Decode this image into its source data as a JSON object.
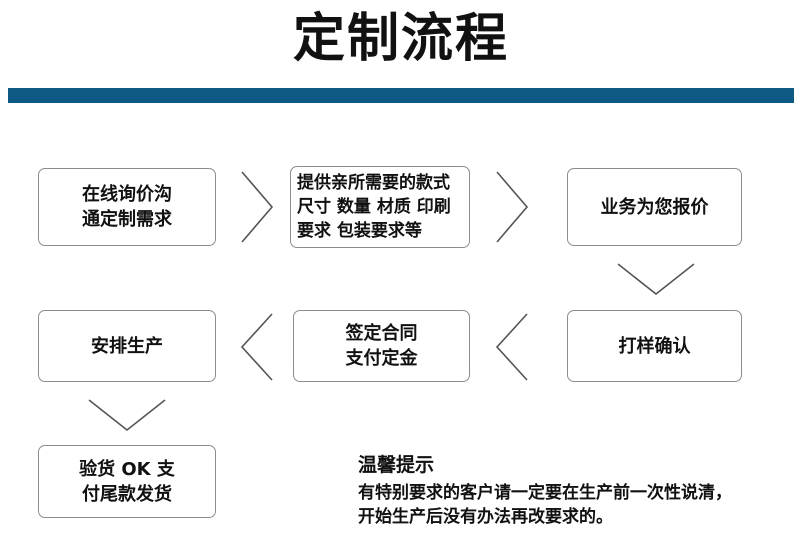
{
  "header": {
    "title": "定制流程",
    "rule_color": "#0f5a85"
  },
  "flow": {
    "boxes": [
      {
        "id": "inquiry",
        "text": "在线询价沟\n通定制需求"
      },
      {
        "id": "specs",
        "text": "提供亲所需要的款式\n尺寸 数量 材质 印刷\n要求 包装要求等"
      },
      {
        "id": "quote",
        "text": "业务为您报价"
      },
      {
        "id": "production",
        "text": "安排生产"
      },
      {
        "id": "contract",
        "text": "签定合同\n支付定金"
      },
      {
        "id": "sample",
        "text": "打样确认"
      },
      {
        "id": "delivery",
        "text": "验货 OK 支\n付尾款发货"
      }
    ],
    "connectors": [
      {
        "id": "inquiry-to-specs",
        "direction": "right"
      },
      {
        "id": "specs-to-quote",
        "direction": "right"
      },
      {
        "id": "quote-to-sample",
        "direction": "down"
      },
      {
        "id": "sample-to-contract",
        "direction": "left"
      },
      {
        "id": "contract-to-production",
        "direction": "left"
      },
      {
        "id": "production-to-delivery",
        "direction": "down"
      }
    ],
    "border_color": "#8d8d8d",
    "connector_color": "#555555"
  },
  "note": {
    "title": "温馨提示",
    "body": "有特别要求的客户请一定要在生产前一次性说清，\n开始生产后没有办法再改要求的。"
  }
}
